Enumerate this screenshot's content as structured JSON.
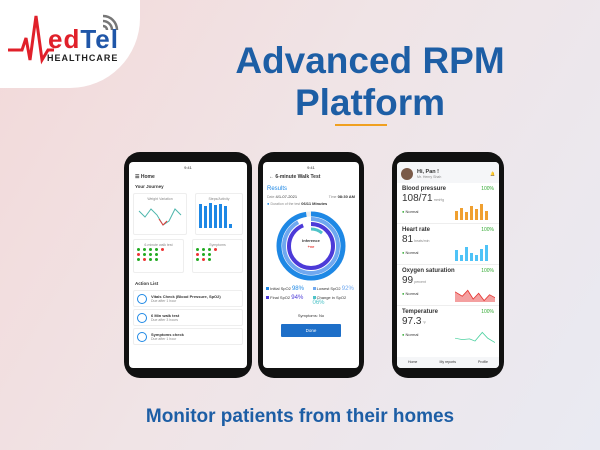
{
  "logo": {
    "name_m": "M",
    "name_ed": "ed",
    "name_tel": "Tel",
    "subtitle": "HEALTHCARE"
  },
  "headline": {
    "line1": "Advanced RPM",
    "line2": "Platform"
  },
  "tagline": "Monitor patients from their homes",
  "phone1": {
    "time": "9:41",
    "title": "Home",
    "section1": "Your Journey",
    "chart1_title": "Weight Variation",
    "chart2_title": "Steps/Activity",
    "chart3_title": "6-minute walk test",
    "chart4_title": "Symptoms",
    "section2": "Action List",
    "actions": [
      {
        "title": "Vitals Check (Blood Pressure, SpO2)",
        "sub": "Due after 1 hour"
      },
      {
        "title": "6 Min walk test",
        "sub": "Due after 3 hours"
      },
      {
        "title": "Symptoms check",
        "sub": "Due after 1 hour"
      }
    ]
  },
  "phone2": {
    "time": "9:41",
    "title": "6-minute Walk Test",
    "results": "Results",
    "date_label": "Date",
    "date": "4/1-07-2021",
    "time_label": "Time",
    "time_val": "08:30 AM",
    "duration_label": "Duration of the test",
    "duration": "06/11 Minutes",
    "inference_label": "Inference",
    "inference": "+ve",
    "stats": [
      {
        "label": "Initial SpO2",
        "value": "98%",
        "color": "#1e88e5"
      },
      {
        "label": "Lowest SpO2",
        "value": "92%",
        "color": "#6fa8f0"
      },
      {
        "label": "Final SpO2",
        "value": "94%",
        "color": "#4c3ad8"
      },
      {
        "label": "Change in SpO2",
        "value": "06%",
        "color": "#4fc3c8"
      }
    ],
    "symptoms": "Symptoms: No",
    "done": "Done"
  },
  "phone3": {
    "greeting": "Hi, Pan !",
    "sub": "Mr. Henry Shah",
    "metrics": [
      {
        "name": "Blood pressure",
        "value": "108/71",
        "unit": "mmHg",
        "status": "Normal",
        "pct": "100%",
        "color": "#f0a030"
      },
      {
        "name": "Heart rate",
        "value": "81",
        "unit": "beats/min",
        "status": "Normal",
        "pct": "100%",
        "color": "#4fc3f7"
      },
      {
        "name": "Oxygen saturation",
        "value": "99",
        "unit": "percent",
        "status": "Normal",
        "pct": "100%",
        "color": "#e53935"
      },
      {
        "name": "Temperature",
        "value": "97.3",
        "unit": "°F",
        "status": "Normal",
        "pct": "100%",
        "color": "#4cd1a0"
      }
    ],
    "nav": [
      "Home",
      "My reports",
      "Profile"
    ]
  }
}
